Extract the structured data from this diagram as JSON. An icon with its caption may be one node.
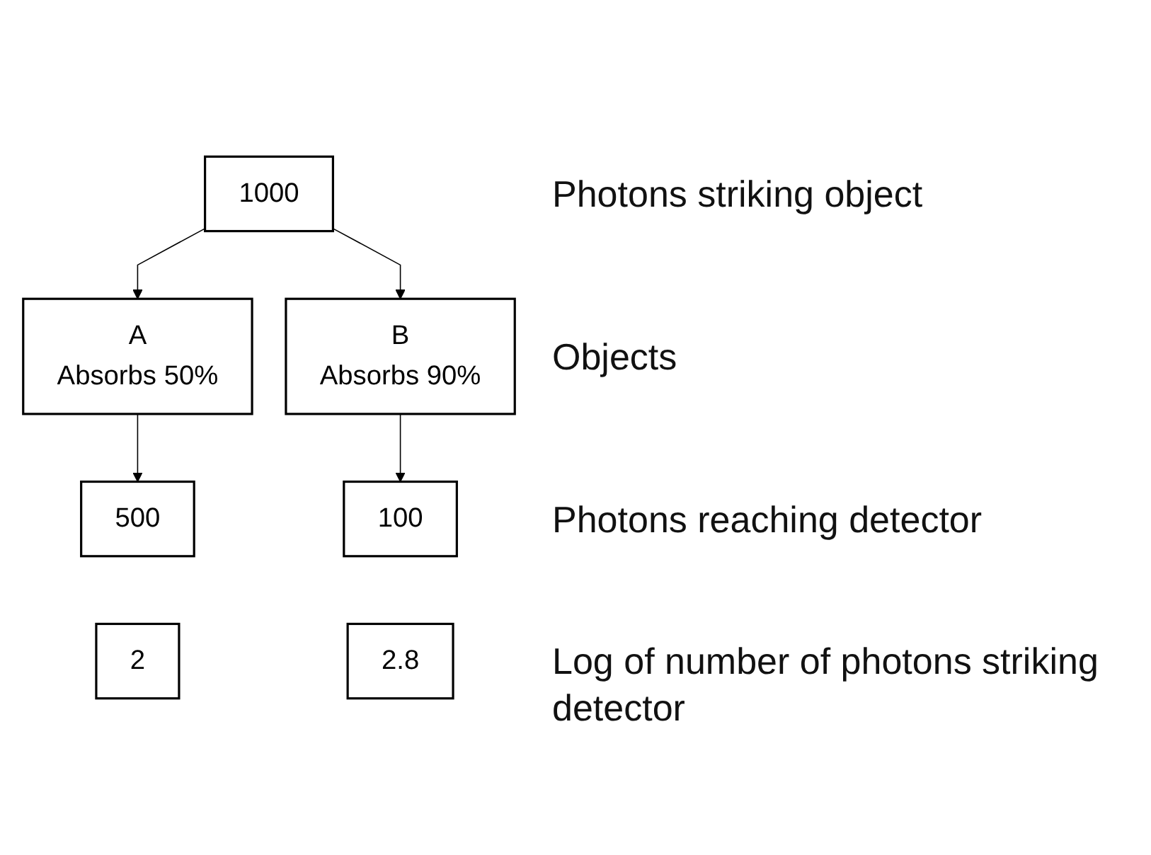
{
  "diagram": {
    "nodes": [
      {
        "text": [
          "1000"
        ]
      },
      {
        "text": [
          "A",
          "Absorbs 50%"
        ]
      },
      {
        "text": [
          "B",
          "Absorbs 90%"
        ]
      },
      {
        "text": [
          "500"
        ]
      },
      {
        "text": [
          "100"
        ]
      },
      {
        "text": [
          "2"
        ]
      },
      {
        "text": [
          "2.8"
        ]
      }
    ],
    "edges": [
      {
        "from": 0,
        "to": 1,
        "arrow": "to"
      },
      {
        "from": 0,
        "to": 2,
        "arrow": "to"
      },
      {
        "from": 1,
        "to": 3,
        "arrow": "to"
      },
      {
        "from": 2,
        "to": 4,
        "arrow": "to"
      }
    ],
    "labels": [
      "Photons striking object",
      "Objects",
      "Photons reaching detector",
      "Log of number of photons striking detector"
    ]
  }
}
